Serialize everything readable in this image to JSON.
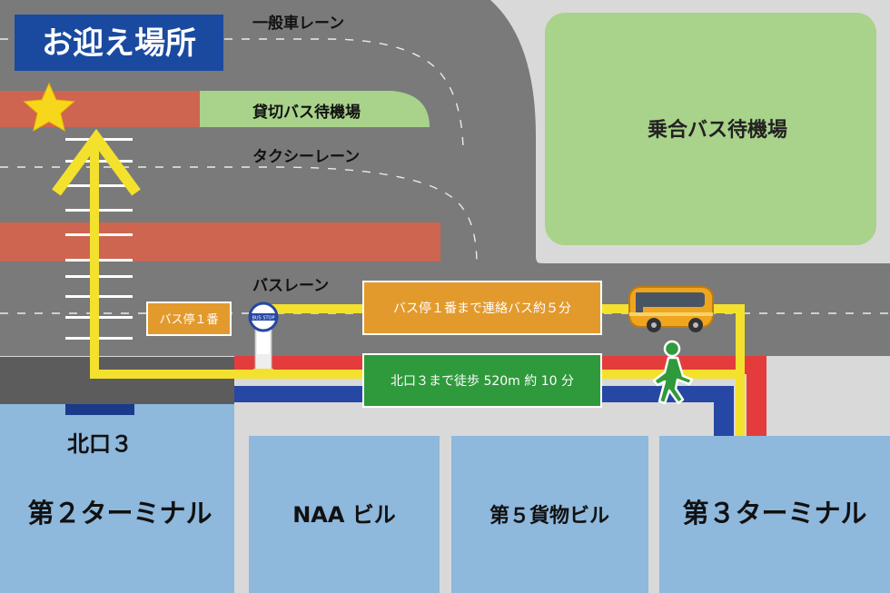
{
  "title": "お迎え場所",
  "lanes": {
    "general": "一般車レーン",
    "charter": "貸切バス待機場",
    "taxi": "タクシーレーン",
    "bus": "バスレーン"
  },
  "bus_waiting_area": "乗合バス待機場",
  "bus_stop_sign": "BUS STOP",
  "bus_stop_label": "バス停１番",
  "route_bus": "バス停１番まで連絡バス約５分",
  "route_walk": "北口３まで徒歩 520m 約 10 分",
  "north_exit": "北口３",
  "buildings": {
    "terminal2": "第２ターミナル",
    "naa": "NAA ビル",
    "cargo5": "第５貨物ビル",
    "terminal3": "第３ターミナル"
  },
  "colors": {
    "title_bg": "#1a4aa0",
    "road": "#7a7a7a",
    "road_dark": "#5c5c5c",
    "red_lane": "#cd6551",
    "green_area": "#a9d28a",
    "yellow_route": "#f4e12e",
    "orange_label": "#e39a2d",
    "green_label": "#2f9a3c",
    "building": "#8eb8dc",
    "curb_red": "#e43c3c",
    "curb_blue": "#2647a3",
    "star": "#f7d71b"
  },
  "icons": [
    "star-icon",
    "bus-stop-sign-icon",
    "bus-icon",
    "walking-person-icon"
  ]
}
